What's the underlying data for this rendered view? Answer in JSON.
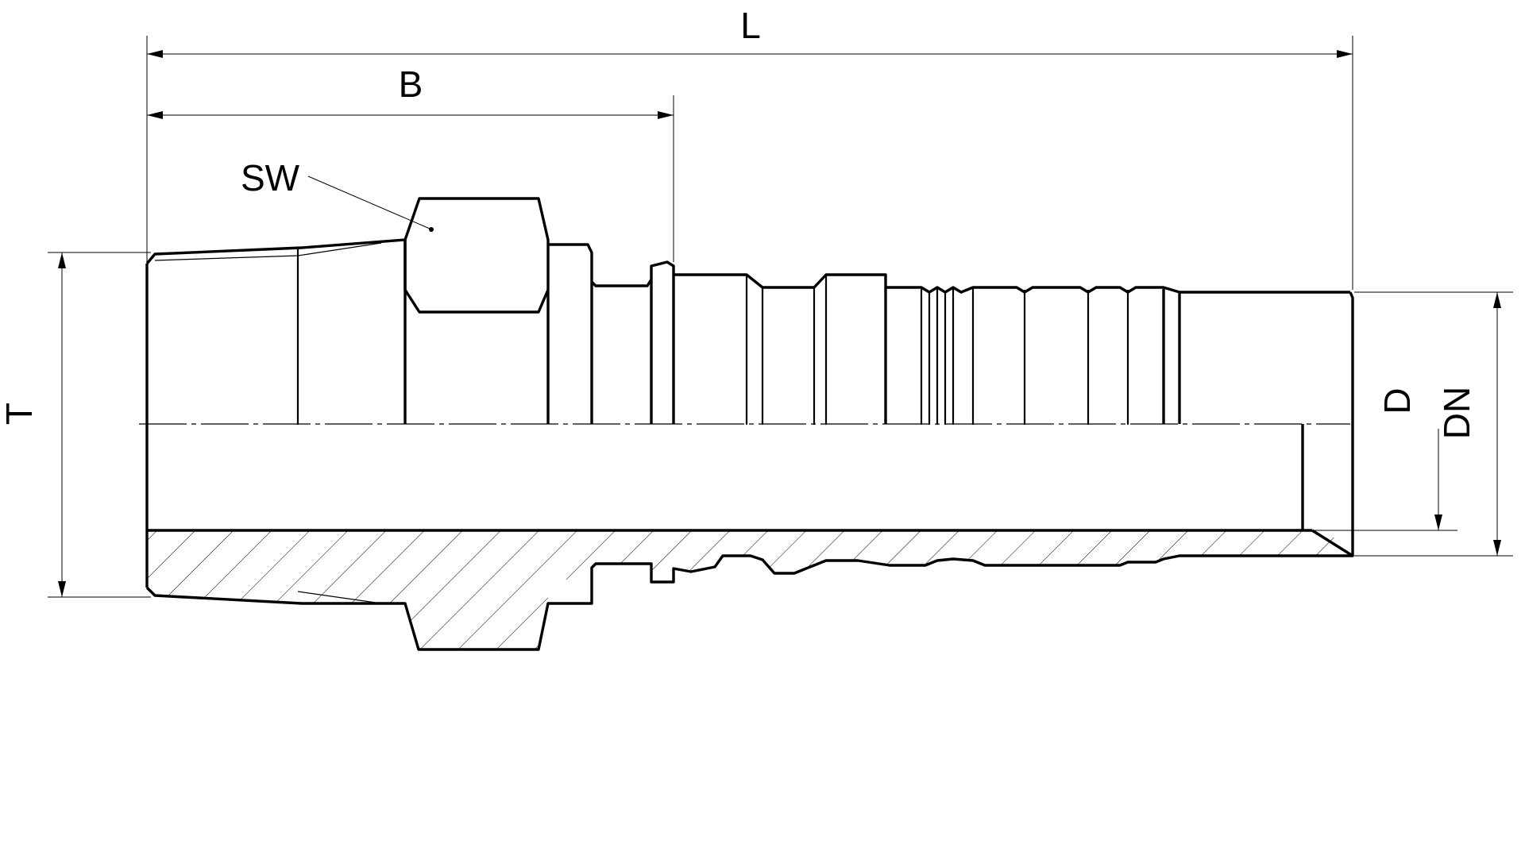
{
  "labels": {
    "L": "L",
    "B": "B",
    "SW": "SW",
    "T": "T",
    "D": "D",
    "DN": "DN"
  }
}
